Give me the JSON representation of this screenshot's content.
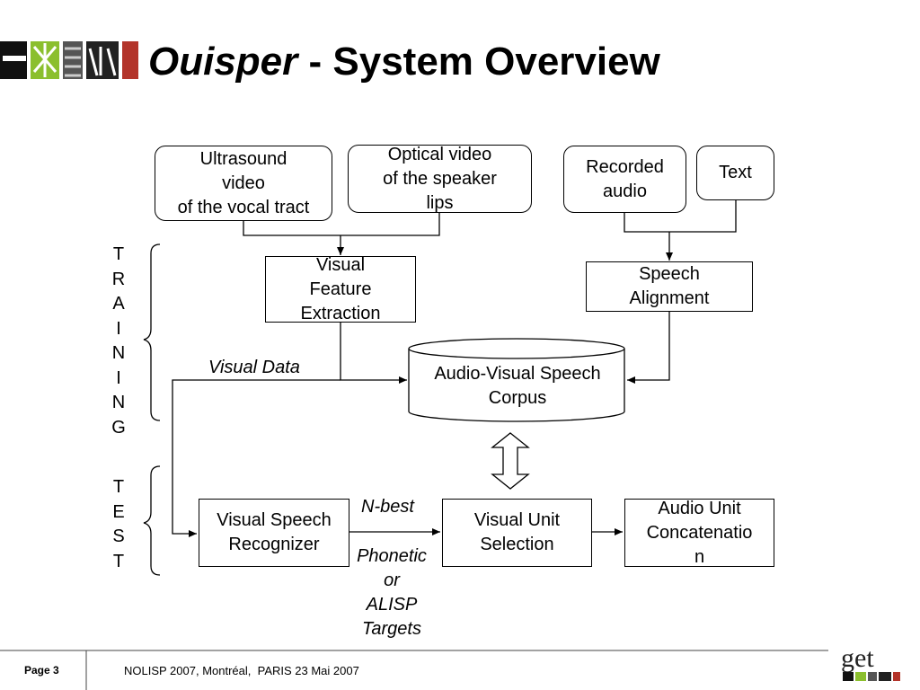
{
  "title": {
    "brand": "Ouisper",
    "rest": " - System Overview"
  },
  "inputs": {
    "ultrasound": "Ultrasound\nvideo\nof the vocal tract",
    "optical": "Optical video\nof the speaker\nlips",
    "recorded_audio": "Recorded\naudio",
    "text": "Text"
  },
  "processes": {
    "visual_feature_extraction": "Visual\nFeature\nExtraction",
    "speech_alignment": "Speech\nAlignment",
    "corpus": "Audio-Visual Speech\nCorpus",
    "visual_speech_recognizer": "Visual Speech\nRecognizer",
    "visual_unit_selection": "Visual Unit\nSelection",
    "audio_unit_concatenation": "Audio Unit\nConcatenatio\nn"
  },
  "labels": {
    "visual_data": "Visual Data",
    "n_best": "N-best",
    "targets": "Phonetic\nor\nALISP\nTargets"
  },
  "phases": {
    "training": "T\nR\nA\nI\nN\nI\nN\nG",
    "test": "T\nE\nS\nT"
  },
  "footer": {
    "page": "Page 3",
    "event": "NOLISP 2007, Montréal,  PARIS 23 Mai 2007",
    "logo_text": "get"
  },
  "colors": {
    "logo_green": "#8bbf2e",
    "logo_red": "#b3342a",
    "text": "#000000"
  }
}
